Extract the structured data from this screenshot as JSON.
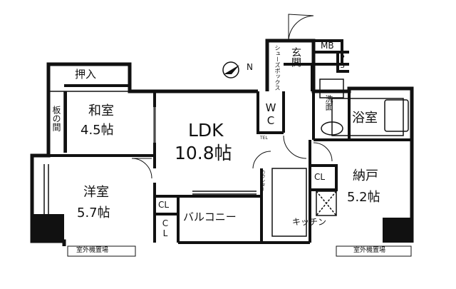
{
  "rooms": {
    "oshiire": "押入",
    "itanoma": "板の間",
    "washitsu": "和室",
    "washitsu_size": "4.5帖",
    "ldk": "LDK",
    "ldk_size": "10.8帖",
    "yoshitsu": "洋室",
    "yoshitsu_size": "5.7帖",
    "balcony": "バルコニー",
    "kitchen": "キッチン",
    "nando": "納戸",
    "nando_size": "5.2帖",
    "genkan": "玄関",
    "shoebox": "シューズボックス",
    "senmen": "洗面",
    "yokushitsu": "浴室",
    "wc": "WC",
    "mb": "MB",
    "ps": "PS",
    "cl": "CL",
    "tel": "TEL",
    "counter": "カウンター",
    "outdoor_unit": "室外機置場"
  },
  "compass": {
    "north": "N"
  }
}
